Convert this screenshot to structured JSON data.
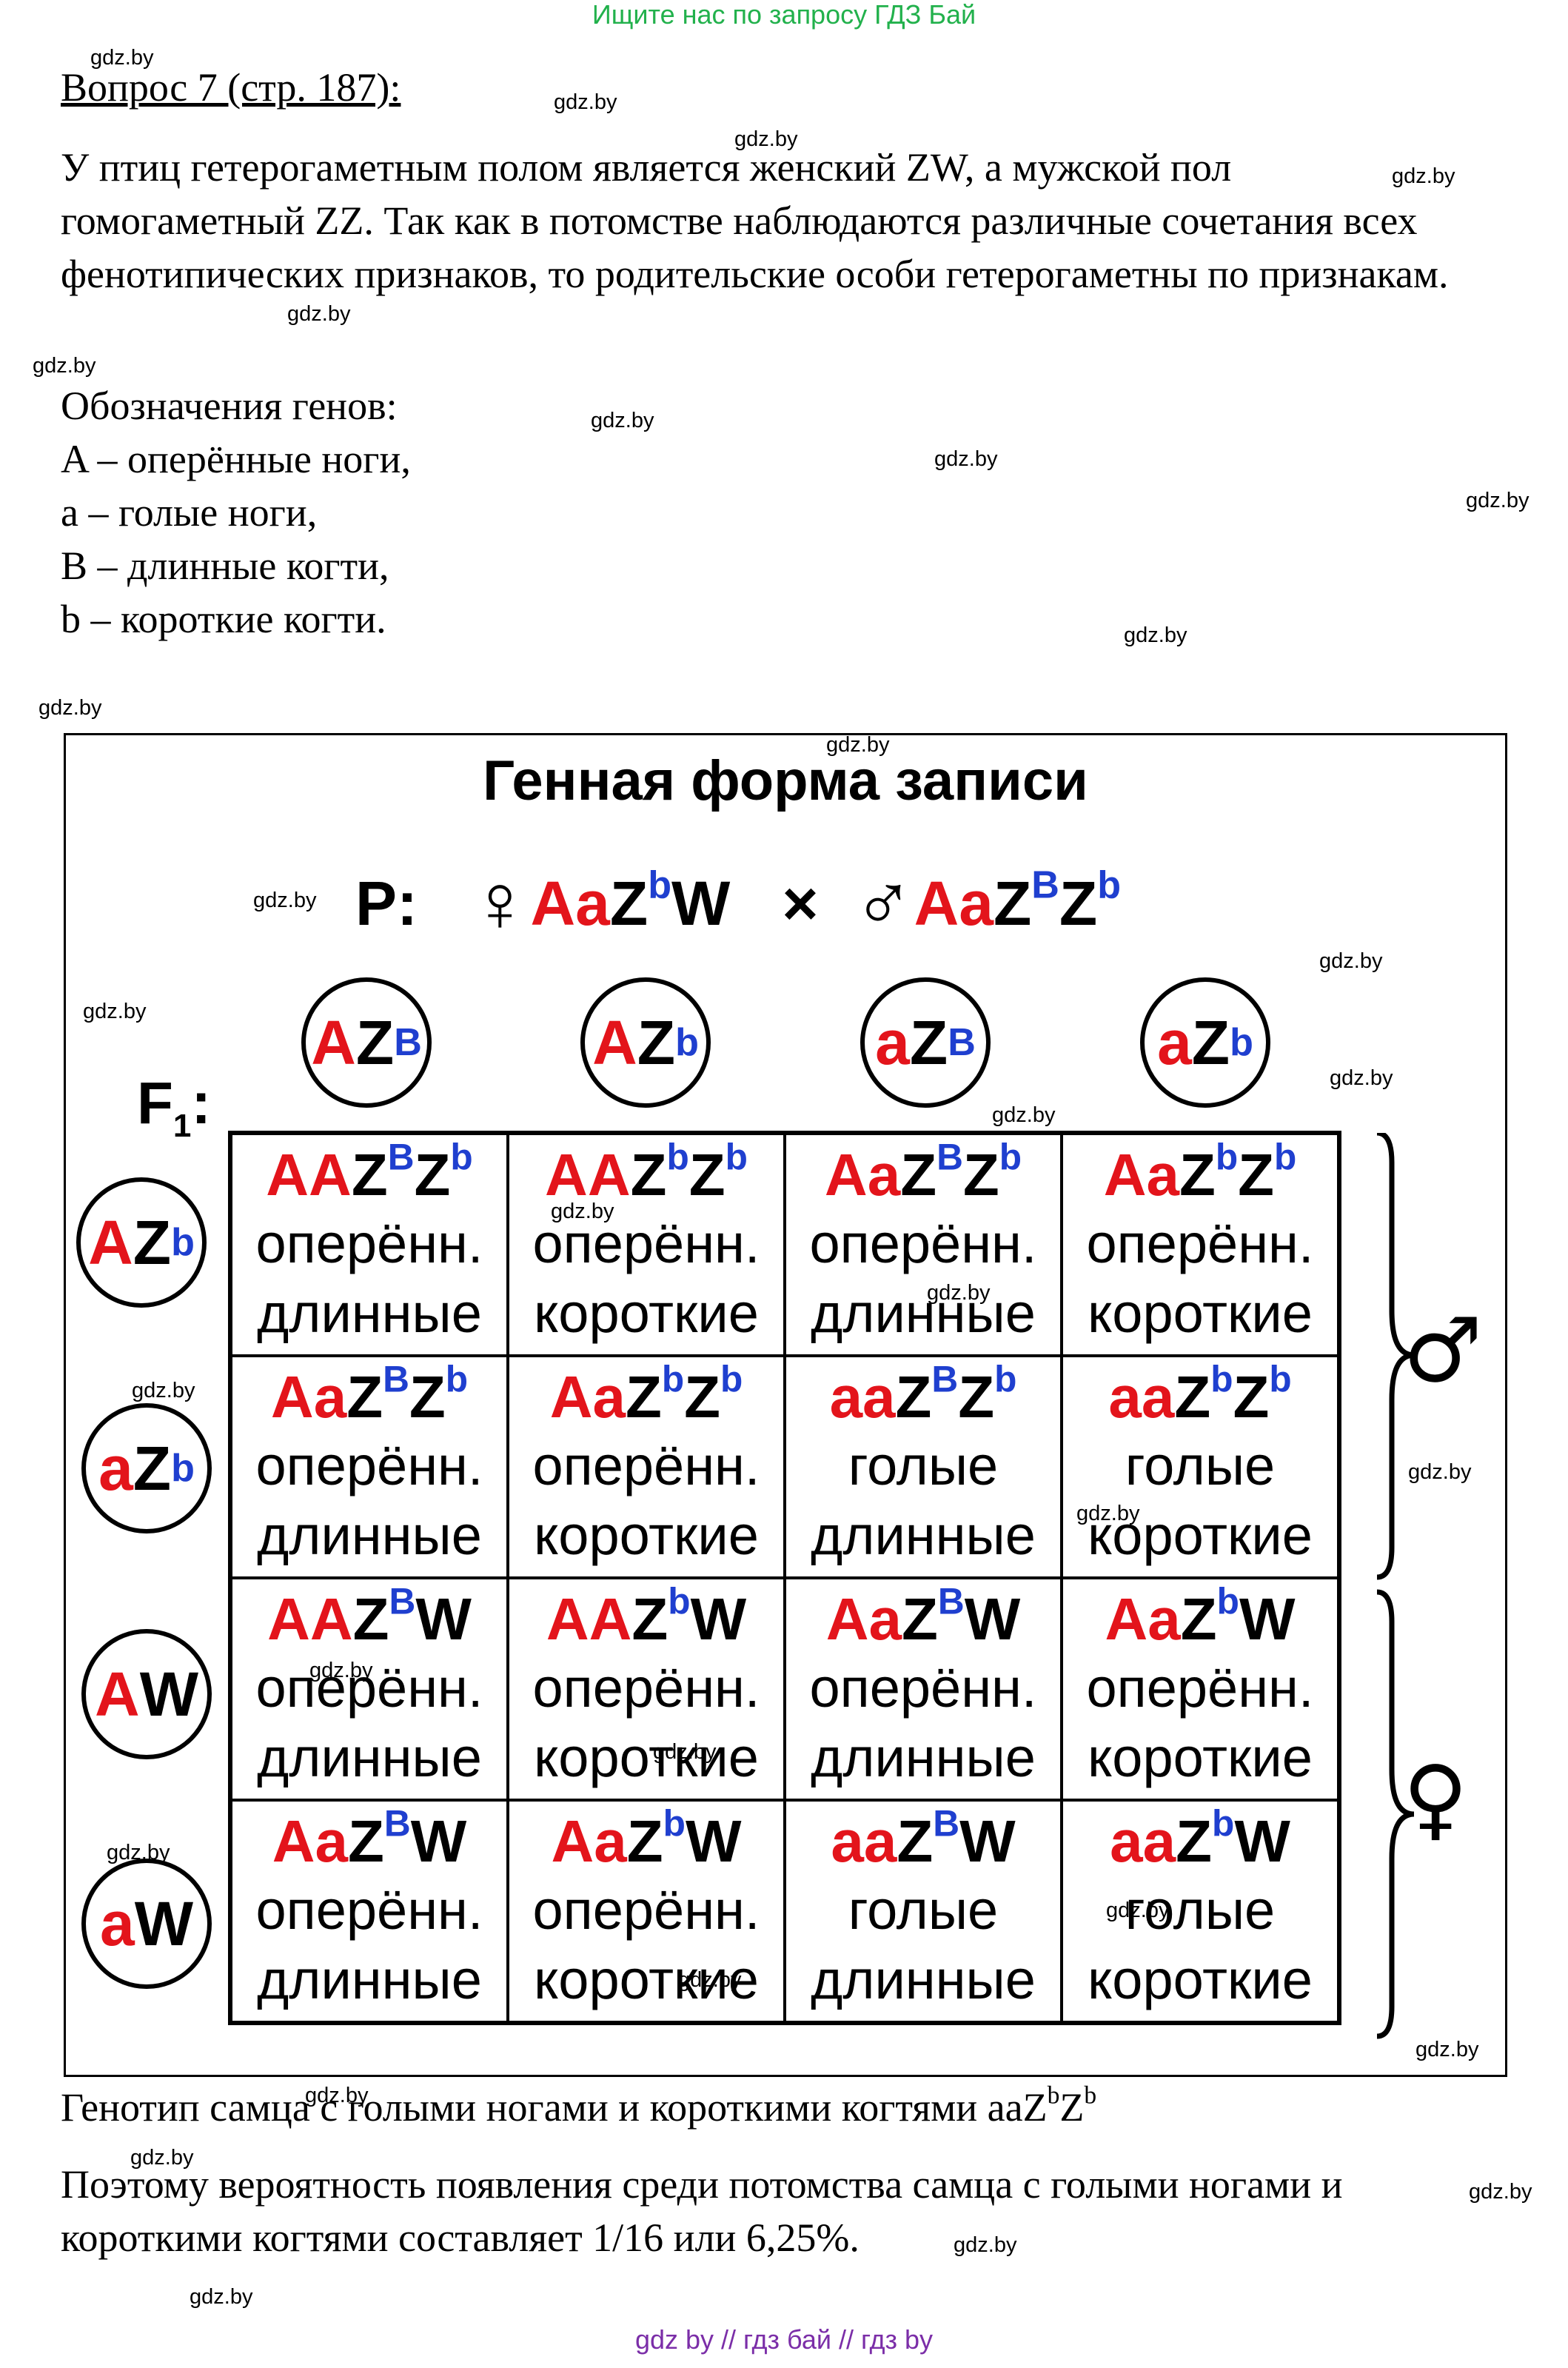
{
  "banner": "Ищите нас по запросу ГДЗ Бай",
  "footer": "gdz by  //  гдз бай  //  гдз by",
  "watermark": "gdz.by",
  "question_title": "Вопрос 7 (стр. 187):",
  "paragraph1": "У птиц гетерогаметным полом является женский ZW, а мужской пол гомогаметный ZZ. Так как в потомстве наблюдаются различные сочетания всех фенотипических признаков, то родительские особи гетерогаметны по признакам.",
  "genes_header": "Обозначения генов:",
  "genes": [
    "A – оперённые ноги,",
    "a – голые ноги,",
    "B – длинные когти,",
    "b – короткие когти."
  ],
  "diagram": {
    "title": "Генная форма записи",
    "p_label": "P:",
    "female_symbol": "♀",
    "male_symbol": "♂",
    "cross": "×",
    "female_parent": [
      {
        "t": "Aa",
        "c": "red"
      },
      {
        "t": "Z",
        "c": "black"
      },
      {
        "t": "b",
        "c": "blue",
        "sup": true
      },
      {
        "t": "W",
        "c": "black"
      }
    ],
    "male_parent": [
      {
        "t": "Aa",
        "c": "red"
      },
      {
        "t": "Z",
        "c": "black"
      },
      {
        "t": "B",
        "c": "blue",
        "sup": true
      },
      {
        "t": "Z",
        "c": "black"
      },
      {
        "t": "b",
        "c": "blue",
        "sup": true
      }
    ],
    "f1_label": "F",
    "f1_sub": "1",
    "female_gametes": [
      [
        {
          "t": "A",
          "c": "red"
        },
        {
          "t": "Z",
          "c": "black"
        },
        {
          "t": "B",
          "c": "blue",
          "sup": true
        }
      ],
      [
        {
          "t": "A",
          "c": "red"
        },
        {
          "t": "Z",
          "c": "black"
        },
        {
          "t": "b",
          "c": "blue",
          "sup": true
        }
      ],
      [
        {
          "t": "a",
          "c": "red"
        },
        {
          "t": "Z",
          "c": "black"
        },
        {
          "t": "B",
          "c": "blue",
          "sup": true
        }
      ],
      [
        {
          "t": "a",
          "c": "red"
        },
        {
          "t": "Z",
          "c": "black"
        },
        {
          "t": "b",
          "c": "blue",
          "sup": true
        }
      ]
    ],
    "male_gametes": [
      [
        {
          "t": "A",
          "c": "red"
        },
        {
          "t": "Z",
          "c": "black"
        },
        {
          "t": "b",
          "c": "blue",
          "sup": true
        }
      ],
      [
        {
          "t": "a",
          "c": "red"
        },
        {
          "t": "Z",
          "c": "black"
        },
        {
          "t": "b",
          "c": "blue",
          "sup": true
        }
      ],
      [
        {
          "t": "A",
          "c": "red"
        },
        {
          "t": "W",
          "c": "black"
        }
      ],
      [
        {
          "t": "a",
          "c": "red"
        },
        {
          "t": "W",
          "c": "black"
        }
      ]
    ],
    "grid": [
      [
        {
          "g": [
            {
              "t": "AA",
              "c": "red"
            },
            {
              "t": "Z",
              "c": "black"
            },
            {
              "t": "B",
              "c": "blue",
              "sup": true
            },
            {
              "t": "Z",
              "c": "black"
            },
            {
              "t": "b",
              "c": "blue",
              "sup": true
            }
          ],
          "legs": "оперённ.",
          "claws": "длинные"
        },
        {
          "g": [
            {
              "t": "AA",
              "c": "red"
            },
            {
              "t": "Z",
              "c": "black"
            },
            {
              "t": "b",
              "c": "blue",
              "sup": true
            },
            {
              "t": "Z",
              "c": "black"
            },
            {
              "t": "b",
              "c": "blue",
              "sup": true
            }
          ],
          "legs": "оперённ.",
          "claws": "короткие"
        },
        {
          "g": [
            {
              "t": "Aa",
              "c": "red"
            },
            {
              "t": "Z",
              "c": "black"
            },
            {
              "t": "B",
              "c": "blue",
              "sup": true
            },
            {
              "t": "Z",
              "c": "black"
            },
            {
              "t": "b",
              "c": "blue",
              "sup": true
            }
          ],
          "legs": "оперённ.",
          "claws": "длинные"
        },
        {
          "g": [
            {
              "t": "Aa",
              "c": "red"
            },
            {
              "t": "Z",
              "c": "black"
            },
            {
              "t": "b",
              "c": "blue",
              "sup": true
            },
            {
              "t": "Z",
              "c": "black"
            },
            {
              "t": "b",
              "c": "blue",
              "sup": true
            }
          ],
          "legs": "оперённ.",
          "claws": "короткие"
        }
      ],
      [
        {
          "g": [
            {
              "t": "Aa",
              "c": "red"
            },
            {
              "t": "Z",
              "c": "black"
            },
            {
              "t": "B",
              "c": "blue",
              "sup": true
            },
            {
              "t": "Z",
              "c": "black"
            },
            {
              "t": "b",
              "c": "blue",
              "sup": true
            }
          ],
          "legs": "оперённ.",
          "claws": "длинные"
        },
        {
          "g": [
            {
              "t": "Aa",
              "c": "red"
            },
            {
              "t": "Z",
              "c": "black"
            },
            {
              "t": "b",
              "c": "blue",
              "sup": true
            },
            {
              "t": "Z",
              "c": "black"
            },
            {
              "t": "b",
              "c": "blue",
              "sup": true
            }
          ],
          "legs": "оперённ.",
          "claws": "короткие"
        },
        {
          "g": [
            {
              "t": "aa",
              "c": "red"
            },
            {
              "t": "Z",
              "c": "black"
            },
            {
              "t": "B",
              "c": "blue",
              "sup": true
            },
            {
              "t": "Z",
              "c": "black"
            },
            {
              "t": "b",
              "c": "blue",
              "sup": true
            }
          ],
          "legs": "голые",
          "claws": "длинные"
        },
        {
          "g": [
            {
              "t": "aa",
              "c": "red"
            },
            {
              "t": "Z",
              "c": "black"
            },
            {
              "t": "b",
              "c": "blue",
              "sup": true
            },
            {
              "t": "Z",
              "c": "black"
            },
            {
              "t": "b",
              "c": "blue",
              "sup": true
            }
          ],
          "legs": "голые",
          "claws": "короткие"
        }
      ],
      [
        {
          "g": [
            {
              "t": "AA",
              "c": "red"
            },
            {
              "t": "Z",
              "c": "black"
            },
            {
              "t": "B",
              "c": "blue",
              "sup": true
            },
            {
              "t": "W",
              "c": "black"
            }
          ],
          "legs": "оперённ.",
          "claws": "длинные"
        },
        {
          "g": [
            {
              "t": "AA",
              "c": "red"
            },
            {
              "t": "Z",
              "c": "black"
            },
            {
              "t": "b",
              "c": "blue",
              "sup": true
            },
            {
              "t": "W",
              "c": "black"
            }
          ],
          "legs": "оперённ.",
          "claws": "короткие"
        },
        {
          "g": [
            {
              "t": "Aa",
              "c": "red"
            },
            {
              "t": "Z",
              "c": "black"
            },
            {
              "t": "B",
              "c": "blue",
              "sup": true
            },
            {
              "t": "W",
              "c": "black"
            }
          ],
          "legs": "оперённ.",
          "claws": "длинные"
        },
        {
          "g": [
            {
              "t": "Aa",
              "c": "red"
            },
            {
              "t": "Z",
              "c": "black"
            },
            {
              "t": "b",
              "c": "blue",
              "sup": true
            },
            {
              "t": "W",
              "c": "black"
            }
          ],
          "legs": "оперённ.",
          "claws": "короткие"
        }
      ],
      [
        {
          "g": [
            {
              "t": "Aa",
              "c": "red"
            },
            {
              "t": "Z",
              "c": "black"
            },
            {
              "t": "B",
              "c": "blue",
              "sup": true
            },
            {
              "t": "W",
              "c": "black"
            }
          ],
          "legs": "оперённ.",
          "claws": "длинные"
        },
        {
          "g": [
            {
              "t": "Aa",
              "c": "red"
            },
            {
              "t": "Z",
              "c": "black"
            },
            {
              "t": "b",
              "c": "blue",
              "sup": true
            },
            {
              "t": "W",
              "c": "black"
            }
          ],
          "legs": "оперённ.",
          "claws": "короткие"
        },
        {
          "g": [
            {
              "t": "aa",
              "c": "red"
            },
            {
              "t": "Z",
              "c": "black"
            },
            {
              "t": "B",
              "c": "blue",
              "sup": true
            },
            {
              "t": "W",
              "c": "black"
            }
          ],
          "legs": "голые",
          "claws": "длинные"
        },
        {
          "g": [
            {
              "t": "aa",
              "c": "red"
            },
            {
              "t": "Z",
              "c": "black"
            },
            {
              "t": "b",
              "c": "blue",
              "sup": true
            },
            {
              "t": "W",
              "c": "black"
            }
          ],
          "legs": "голые",
          "claws": "короткие"
        }
      ]
    ]
  },
  "genotype_sentence": "Генотип самца с голыми ногами и короткими когтями aaZ",
  "genotype_sup1": "b",
  "genotype_mid": "Z",
  "genotype_sup2": "b",
  "conclusion": "Поэтому вероятность появления среди потомства самца с голыми ногами и короткими когтями составляет 1/16  или 6,25%.",
  "colors": {
    "banner": "#22b14c",
    "footer": "#7b2ea8",
    "red": "#e3141b",
    "blue": "#1f3fcf"
  }
}
